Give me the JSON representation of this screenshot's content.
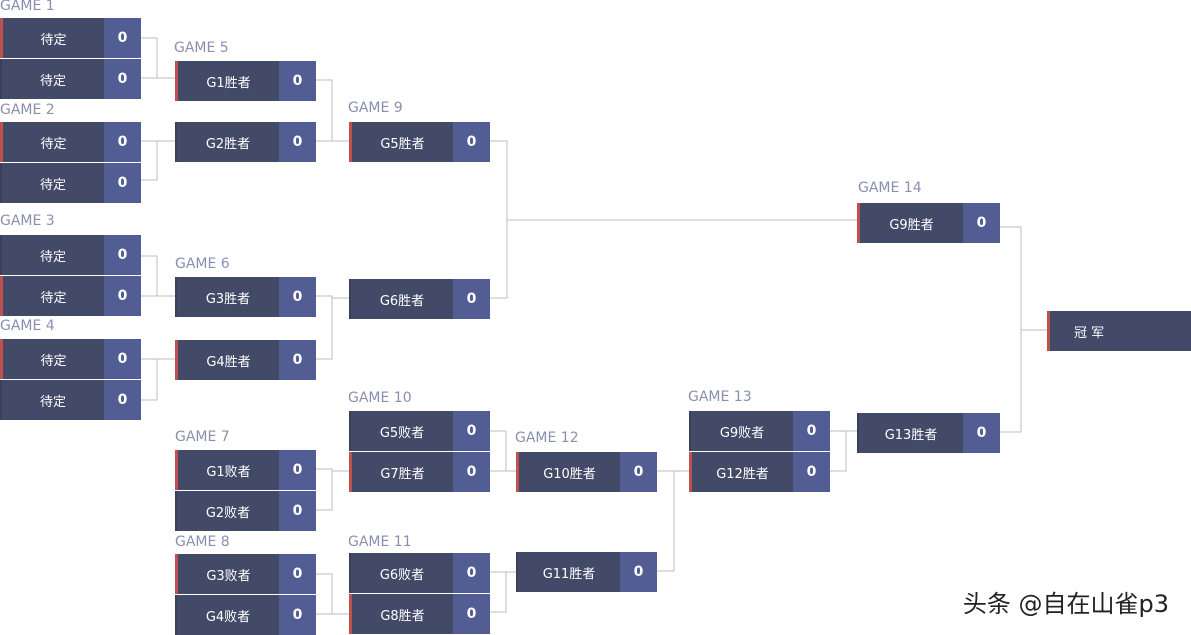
{
  "labels": {
    "g1": "GAME 1",
    "g2": "GAME 2",
    "g3": "GAME 3",
    "g4": "GAME 4",
    "g5": "GAME 5",
    "g6": "GAME 6",
    "g7": "GAME 7",
    "g8": "GAME 8",
    "g9": "GAME 9",
    "g10": "GAME 10",
    "g11": "GAME 11",
    "g12": "GAME 12",
    "g13": "GAME 13",
    "g14": "GAME 14"
  },
  "slots": {
    "g1a": {
      "name": "待定",
      "score": "0"
    },
    "g1b": {
      "name": "待定",
      "score": "0"
    },
    "g2a": {
      "name": "待定",
      "score": "0"
    },
    "g2b": {
      "name": "待定",
      "score": "0"
    },
    "g3a": {
      "name": "待定",
      "score": "0"
    },
    "g3b": {
      "name": "待定",
      "score": "0"
    },
    "g4a": {
      "name": "待定",
      "score": "0"
    },
    "g4b": {
      "name": "待定",
      "score": "0"
    },
    "g5a": {
      "name": "G1胜者",
      "score": "0"
    },
    "g5b": {
      "name": "G2胜者",
      "score": "0"
    },
    "g6a": {
      "name": "G3胜者",
      "score": "0"
    },
    "g6b": {
      "name": "G4胜者",
      "score": "0"
    },
    "g7a": {
      "name": "G1败者",
      "score": "0"
    },
    "g7b": {
      "name": "G2败者",
      "score": "0"
    },
    "g8a": {
      "name": "G3败者",
      "score": "0"
    },
    "g8b": {
      "name": "G4败者",
      "score": "0"
    },
    "g9a": {
      "name": "G5胜者",
      "score": "0"
    },
    "g9b": {
      "name": "G6胜者",
      "score": "0"
    },
    "g10a": {
      "name": "G5败者",
      "score": "0"
    },
    "g10b": {
      "name": "G7胜者",
      "score": "0"
    },
    "g11a": {
      "name": "G6败者",
      "score": "0"
    },
    "g11b": {
      "name": "G8胜者",
      "score": "0"
    },
    "g12a": {
      "name": "G10胜者",
      "score": "0"
    },
    "g12b": {
      "name": "G11胜者",
      "score": "0"
    },
    "g13a": {
      "name": "G9败者",
      "score": "0"
    },
    "g13b": {
      "name": "G12胜者",
      "score": "0"
    },
    "g14a": {
      "name": "G9胜者",
      "score": "0"
    },
    "g14b": {
      "name": "G13胜者",
      "score": "0"
    }
  },
  "champion": {
    "label": "冠 军"
  },
  "watermark": "头条 @自在山雀p3"
}
